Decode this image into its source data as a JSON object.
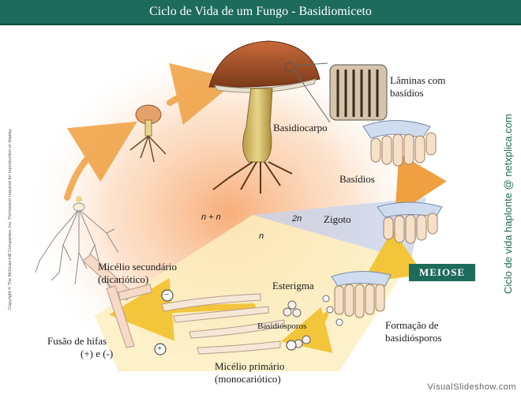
{
  "title": "Ciclo de Vida de um Fungo - Basidiomiceto",
  "labels": {
    "laminas": "Lâminas com",
    "laminas2": "basídios",
    "basidiocarpo": "Basidiocarpo",
    "basidios": "Basídios",
    "zigoto": "Zigoto",
    "meiose": "MEIOSE",
    "n_plus_n": "n + n",
    "two_n": "2n",
    "n": "n",
    "micelio_sec1": "Micélio secundário",
    "micelio_sec2": "(dicariótico)",
    "esterigma": "Esterigma",
    "basidiosporos": "Basidiósporos",
    "formacao1": "Formação de",
    "formacao2": "basidiósporos",
    "fusao1": "Fusão de hifas",
    "fusao2": "(+) e (-)",
    "micelio_prim1": "Micélio primário",
    "micelio_prim2": "(monocariótico)",
    "minus": "−",
    "plus": "+"
  },
  "side_credit": "Ciclo de vida haplonte @ netxplica.com",
  "copyright": "Copyright © The McGraw-Hill Companies, Inc. Permission required for reproduction or display.",
  "watermark": "VisualSlideshow.com",
  "colors": {
    "title_bg": "#1d6b5a",
    "accent_orange": "#f0a040",
    "arrow_yellow": "#f2c53a"
  }
}
